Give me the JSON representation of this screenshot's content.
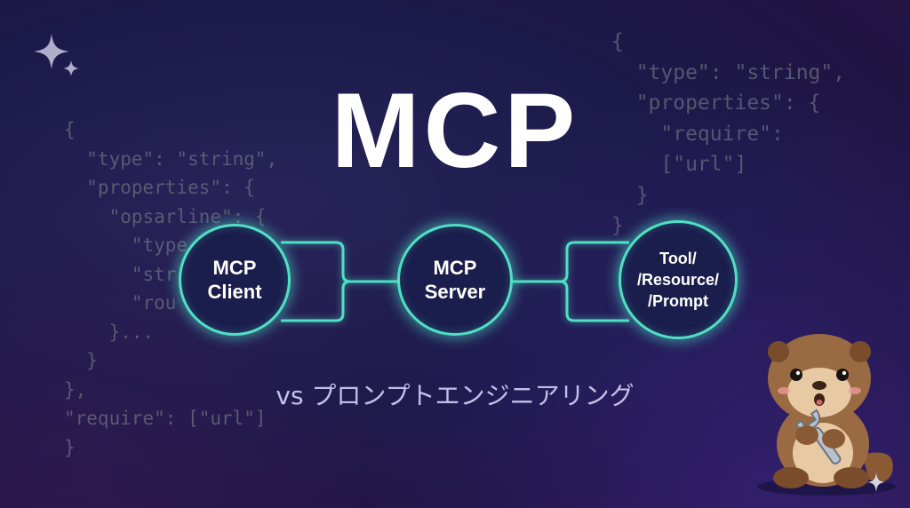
{
  "title": "MCP",
  "subtitle": "vs プロンプトエンジニアリング",
  "code_left": "{\n  \"type\": \"string\",\n  \"properties\": {\n    \"opsarline\": {\n      \"type\n      \"str\n      \"rou\n    }...\n  }\n},\n\"require\": [\"url\"]\n}",
  "code_right": "{\n  \"type\": \"string\",\n  \"properties\": {\n    \"require\":\n    [\"url\"]\n  }\n}",
  "nodes": {
    "client": "MCP\nClient",
    "server": "MCP\nServer",
    "tool": "Tool/\n/Resource/\n/Prompt"
  },
  "colors": {
    "accent": "#4fe0c4",
    "background": "#1c1a4a",
    "title": "#ffffff",
    "subtitle": "#c4c0e8"
  },
  "icons": [
    "sparkle-icon",
    "otter-mascot",
    "wrench-icon"
  ]
}
